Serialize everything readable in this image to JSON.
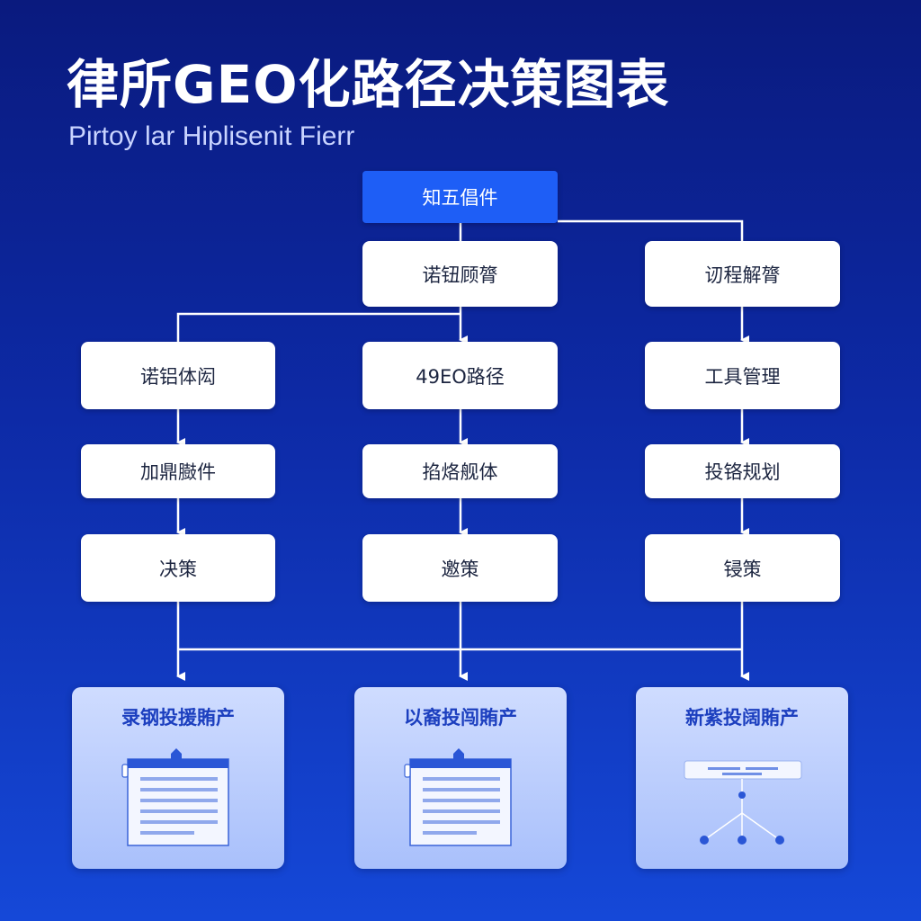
{
  "title": "律所GEO化路径决策图表",
  "subtitle": "Pirtoy lar Hiplisenit Fierr",
  "flow": {
    "top": "知五倡件",
    "row1": {
      "center": "诺钮顾膂",
      "right": "讱程解膂"
    },
    "row2": {
      "left": "诺铝体闳",
      "center": "49EO路径",
      "right": "工具管理"
    },
    "row3": {
      "left": "加鼎臌件",
      "center": "掐烙舰体",
      "right": "投铬规划"
    },
    "row4": {
      "left": "决策",
      "center": "邀策",
      "right": "锓策"
    }
  },
  "outputs": [
    {
      "label": "录钢投援賄产",
      "icon": "document-icon"
    },
    {
      "label": "以裔投闯賄产",
      "icon": "document-icon"
    },
    {
      "label": "新紫投阔賄产",
      "icon": "network-icon"
    }
  ],
  "colors": {
    "background_top": "#0a1a7e",
    "background_bottom": "#1548d8",
    "accent": "#1e5ef6",
    "card_title": "#1c3fbf"
  }
}
